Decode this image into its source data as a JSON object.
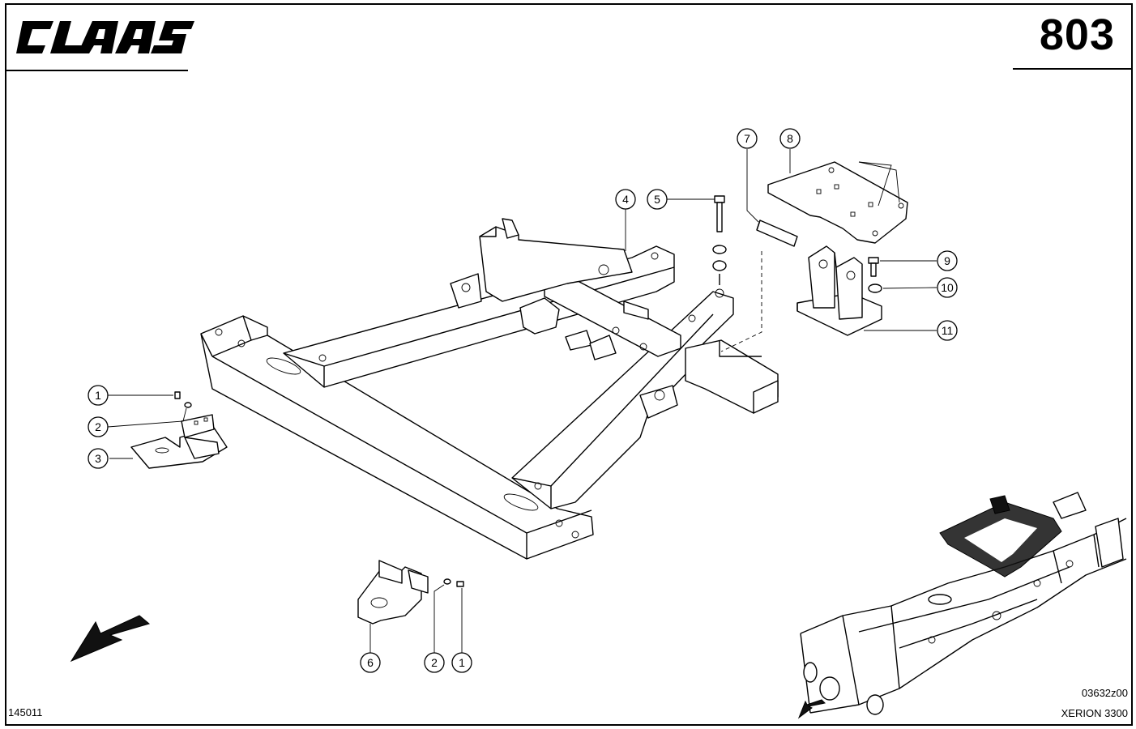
{
  "header": {
    "brand": "CLAAS",
    "page_number": "803"
  },
  "callouts": [
    {
      "id": "c1a",
      "label": "1"
    },
    {
      "id": "c2a",
      "label": "2"
    },
    {
      "id": "c3",
      "label": "3"
    },
    {
      "id": "c4",
      "label": "4"
    },
    {
      "id": "c5",
      "label": "5"
    },
    {
      "id": "c6",
      "label": "6"
    },
    {
      "id": "c2b",
      "label": "2"
    },
    {
      "id": "c1b",
      "label": "1"
    },
    {
      "id": "c7",
      "label": "7"
    },
    {
      "id": "c8",
      "label": "8"
    },
    {
      "id": "c9",
      "label": "9"
    },
    {
      "id": "c10",
      "label": "10"
    },
    {
      "id": "c11",
      "label": "11"
    }
  ],
  "footer": {
    "sheet_number": "145011",
    "drawing_code": "03632z00",
    "model": "XERION 3300"
  },
  "icons": {
    "direction_arrow": "arrow-down-left-icon",
    "overview": "tractor-frame-overview-illustration"
  }
}
